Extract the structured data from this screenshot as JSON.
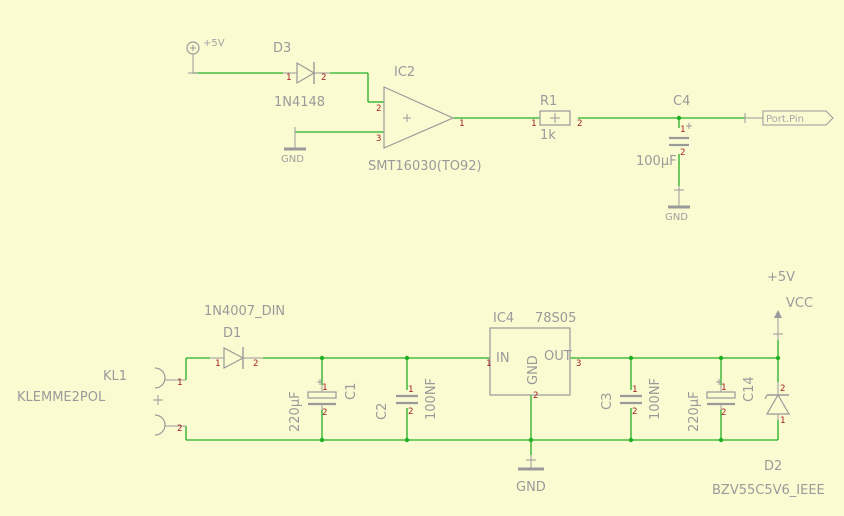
{
  "colors": {
    "background": "#fbfbd2",
    "wire": "#22b022",
    "symbol": "#9a9a9a",
    "pin_number": "#a02020",
    "junction": "#22b022"
  },
  "top": {
    "plus5v": "+5V",
    "d3": {
      "name": "D3",
      "value": "1N4148",
      "pin1": "1",
      "pin2": "2"
    },
    "ic2": {
      "name": "IC2",
      "value": "SMT16030(TO92)",
      "pin1": "1",
      "pin2": "2",
      "pin3": "3",
      "plus": "+"
    },
    "gnd1": "GND",
    "r1": {
      "name": "R1",
      "value": "1k",
      "pin1": "1",
      "pin2": "2"
    },
    "c4": {
      "name": "C4",
      "value": "100µF",
      "pin1": "1",
      "pin2": "2"
    },
    "gnd2": "GND",
    "port": "Port.Pin"
  },
  "bottom": {
    "kl1": {
      "name": "KL1",
      "value": "KLEMME2POL",
      "pin1": "1",
      "pin2": "2"
    },
    "d1": {
      "name": "D1",
      "value": "1N4007_DIN",
      "pin1": "1",
      "pin2": "2"
    },
    "c1": {
      "name": "C1",
      "value": "220µF",
      "pin1": "1",
      "pin2": "2"
    },
    "c2": {
      "name": "C2",
      "value": "100NF",
      "pin1": "1",
      "pin2": "2"
    },
    "ic4": {
      "name": "IC4",
      "value": "78S05",
      "in": "IN",
      "out": "OUT",
      "gnd": "GND",
      "pin1": "1",
      "pin2": "2",
      "pin3": "3"
    },
    "gnd": "GND",
    "c3": {
      "name": "C3",
      "value": "100NF",
      "pin1": "1",
      "pin2": "2"
    },
    "c14": {
      "name": "C14",
      "value": "220µF",
      "pin1": "1",
      "pin2": "2"
    },
    "plus5v": "+5V",
    "vcc": "VCC",
    "d2": {
      "name": "D2",
      "value": "BZV55C5V6_IEEE",
      "pin1": "1",
      "pin2": "2"
    }
  }
}
